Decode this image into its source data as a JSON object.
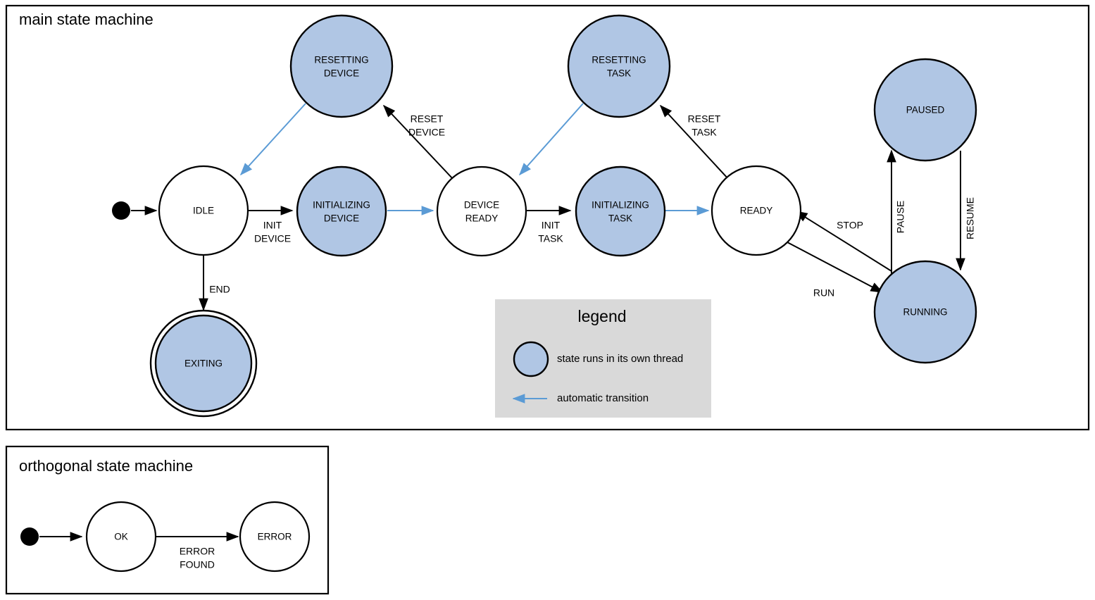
{
  "diagram": {
    "type": "state-machine",
    "background": "#ffffff",
    "colors": {
      "thread_state_fill": "#b0c6e4",
      "plain_state_fill": "#ffffff",
      "stroke": "#000000",
      "automatic_transition": "#5b9bd5",
      "legend_background": "#d9d9d9"
    }
  },
  "main": {
    "title": "main state machine",
    "states": [
      {
        "id": "idle",
        "label_lines": [
          "IDLE"
        ],
        "thread": false,
        "final": false
      },
      {
        "id": "initializing-device",
        "label_lines": [
          "INITIALIZING",
          "DEVICE"
        ],
        "thread": true,
        "final": false
      },
      {
        "id": "resetting-device",
        "label_lines": [
          "RESETTING",
          "DEVICE"
        ],
        "thread": true,
        "final": false
      },
      {
        "id": "device-ready",
        "label_lines": [
          "DEVICE",
          "READY"
        ],
        "thread": false,
        "final": false
      },
      {
        "id": "initializing-task",
        "label_lines": [
          "INITIALIZING",
          "TASK"
        ],
        "thread": true,
        "final": false
      },
      {
        "id": "resetting-task",
        "label_lines": [
          "RESETTING",
          "TASK"
        ],
        "thread": true,
        "final": false
      },
      {
        "id": "ready",
        "label_lines": [
          "READY"
        ],
        "thread": false,
        "final": false
      },
      {
        "id": "running",
        "label_lines": [
          "RUNNING"
        ],
        "thread": true,
        "final": false
      },
      {
        "id": "paused",
        "label_lines": [
          "PAUSED"
        ],
        "thread": true,
        "final": false
      },
      {
        "id": "exiting",
        "label_lines": [
          "EXITING"
        ],
        "thread": true,
        "final": true
      }
    ],
    "state_labels": {
      "idle": "IDLE",
      "initializing_device_1": "INITIALIZING",
      "initializing_device_2": "DEVICE",
      "resetting_device_1": "RESETTING",
      "resetting_device_2": "DEVICE",
      "device_ready_1": "DEVICE",
      "device_ready_2": "READY",
      "initializing_task_1": "INITIALIZING",
      "initializing_task_2": "TASK",
      "resetting_task_1": "RESETTING",
      "resetting_task_2": "TASK",
      "ready": "READY",
      "running": "RUNNING",
      "paused": "PAUSED",
      "exiting": "EXITING"
    },
    "transitions": [
      {
        "id": "t-start-idle",
        "from": "start",
        "to": "idle",
        "label_lines": [],
        "automatic": false
      },
      {
        "id": "t-init-device",
        "from": "idle",
        "to": "initializing-device",
        "label_lines": [
          "INIT",
          "DEVICE"
        ],
        "automatic": false
      },
      {
        "id": "t-auto-devrdy",
        "from": "initializing-device",
        "to": "device-ready",
        "label_lines": [],
        "automatic": true
      },
      {
        "id": "t-reset-device",
        "from": "device-ready",
        "to": "resetting-device",
        "label_lines": [
          "RESET",
          "DEVICE"
        ],
        "automatic": false
      },
      {
        "id": "t-auto-idle",
        "from": "resetting-device",
        "to": "idle",
        "label_lines": [],
        "automatic": true
      },
      {
        "id": "t-init-task",
        "from": "device-ready",
        "to": "initializing-task",
        "label_lines": [
          "INIT",
          "TASK"
        ],
        "automatic": false
      },
      {
        "id": "t-auto-ready",
        "from": "initializing-task",
        "to": "ready",
        "label_lines": [],
        "automatic": true
      },
      {
        "id": "t-reset-task",
        "from": "ready",
        "to": "resetting-task",
        "label_lines": [
          "RESET",
          "TASK"
        ],
        "automatic": false
      },
      {
        "id": "t-auto-devrdy2",
        "from": "resetting-task",
        "to": "device-ready",
        "label_lines": [],
        "automatic": true
      },
      {
        "id": "t-run",
        "from": "ready",
        "to": "running",
        "label_lines": [
          "RUN"
        ],
        "automatic": false
      },
      {
        "id": "t-stop",
        "from": "running",
        "to": "ready",
        "label_lines": [
          "STOP"
        ],
        "automatic": false
      },
      {
        "id": "t-pause",
        "from": "running",
        "to": "paused",
        "label_lines": [
          "PAUSE"
        ],
        "automatic": false
      },
      {
        "id": "t-resume",
        "from": "paused",
        "to": "running",
        "label_lines": [
          "RESUME"
        ],
        "automatic": false
      },
      {
        "id": "t-end",
        "from": "idle",
        "to": "exiting",
        "label_lines": [
          "END"
        ],
        "automatic": false
      }
    ],
    "edge_labels": {
      "init_device_1": "INIT",
      "init_device_2": "DEVICE",
      "reset_device_1": "RESET",
      "reset_device_2": "DEVICE",
      "init_task_1": "INIT",
      "init_task_2": "TASK",
      "reset_task_1": "RESET",
      "reset_task_2": "TASK",
      "run": "RUN",
      "stop": "STOP",
      "pause": "PAUSE",
      "resume": "RESUME",
      "end": "END"
    }
  },
  "legend": {
    "title": "legend",
    "items": [
      {
        "id": "thread-state",
        "symbol": "filled-circle",
        "label": "state runs in its own thread"
      },
      {
        "id": "auto-arrow",
        "symbol": "blue-arrow",
        "label": "automatic transition"
      }
    ],
    "item_labels": {
      "thread": "state runs in its own thread",
      "automatic": "automatic transition"
    }
  },
  "orthogonal": {
    "title": "orthogonal state machine",
    "states": [
      {
        "id": "ok",
        "label": "OK"
      },
      {
        "id": "error",
        "label": "ERROR"
      }
    ],
    "state_labels": {
      "ok": "OK",
      "error": "ERROR"
    },
    "transitions": [
      {
        "id": "o-start-ok",
        "from": "start",
        "to": "ok",
        "label_lines": []
      },
      {
        "id": "o-ok-error",
        "from": "ok",
        "to": "error",
        "label_lines": [
          "ERROR",
          "FOUND"
        ]
      }
    ],
    "edge_labels": {
      "error_found_1": "ERROR",
      "error_found_2": "FOUND"
    }
  }
}
